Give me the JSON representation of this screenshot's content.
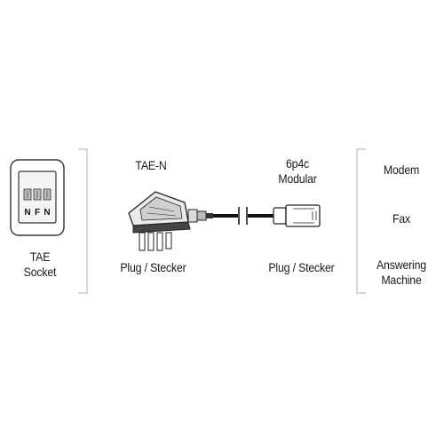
{
  "socket": {
    "name_line1": "TAE",
    "name_line2": "Socket",
    "code_letters": [
      "N",
      "F",
      "N"
    ]
  },
  "tae_plug": {
    "title": "TAE-N",
    "caption": "Plug / Stecker"
  },
  "modular_plug": {
    "title_line1": "6p4c",
    "title_line2": "Modular",
    "caption": "Plug / Stecker"
  },
  "devices": [
    "Modem",
    "Fax",
    "Answering",
    "Machine"
  ],
  "colors": {
    "line": "#222222",
    "divider": "#bfbfbf",
    "background": "#ffffff"
  }
}
